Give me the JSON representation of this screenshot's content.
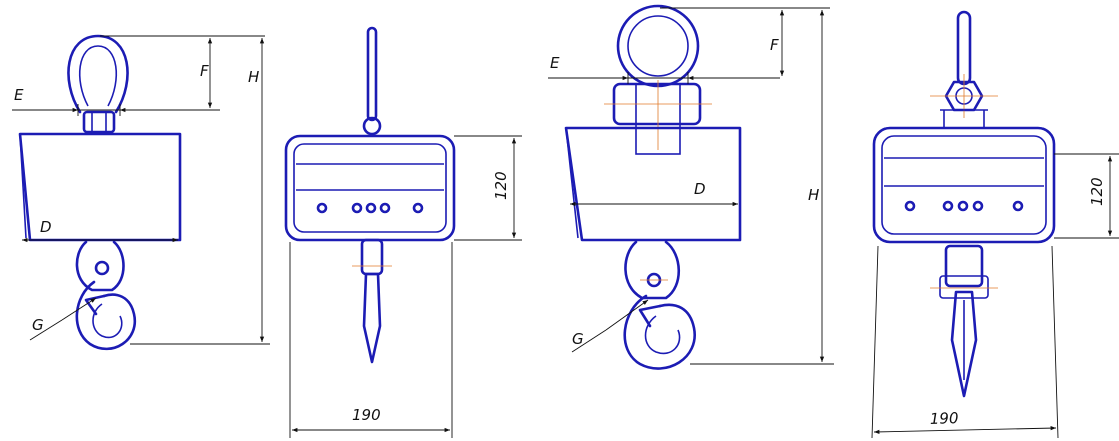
{
  "labels": {
    "E": "E",
    "F": "F",
    "H": "H",
    "D": "D",
    "G": "G",
    "height_120": "120",
    "width_190": "190"
  },
  "colors": {
    "outline": "#1c1cb4",
    "dimension": "#111111",
    "axis": "#e07a2a"
  }
}
